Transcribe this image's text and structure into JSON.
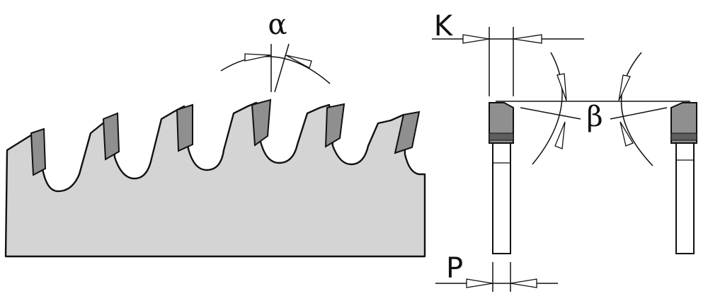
{
  "labels": {
    "rake_angle": "α",
    "kerf": "K",
    "clearance_angle": "β",
    "plate_thickness": "P"
  },
  "colors": {
    "blade_fill": "#d4d4d4",
    "carbide_tip": "#8f8f8f",
    "carbide_tip_dark": "#5e5e5e",
    "outline": "#111111",
    "background": "#ffffff"
  }
}
